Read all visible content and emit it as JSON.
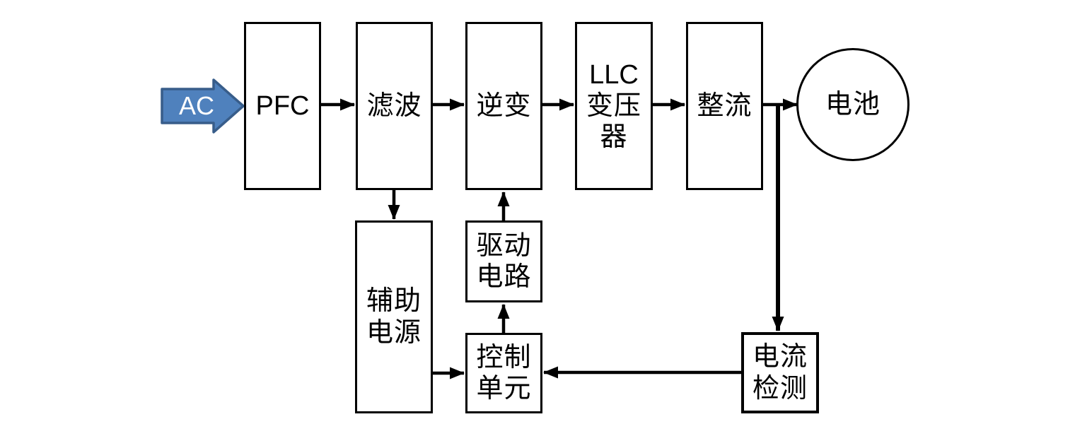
{
  "colors": {
    "background": "#ffffff",
    "line": "#000000",
    "ac_arrow_fill": "#4f81bd",
    "ac_arrow_border": "#385d8a",
    "ac_arrow_text": "#ffffff"
  },
  "diagram": {
    "input": {
      "label": "AC"
    },
    "nodes": {
      "pfc": {
        "label": "PFC"
      },
      "filter": {
        "label": "滤波"
      },
      "inverter": {
        "label": "逆变"
      },
      "llc_transformer": {
        "lines": [
          "LLC",
          "变压",
          "器"
        ]
      },
      "rectifier": {
        "label": "整流"
      },
      "battery": {
        "label": "电池"
      },
      "aux_power": {
        "lines": [
          "辅助",
          "电源"
        ]
      },
      "drive_circuit": {
        "lines": [
          "驱动",
          "电路"
        ]
      },
      "control_unit": {
        "lines": [
          "控制",
          "单元"
        ]
      },
      "current_sense": {
        "lines": [
          "电流",
          "检测"
        ]
      }
    },
    "edges": [
      {
        "from": "AC",
        "to": "PFC"
      },
      {
        "from": "PFC",
        "to": "滤波"
      },
      {
        "from": "滤波",
        "to": "逆变"
      },
      {
        "from": "逆变",
        "to": "LLC变压器"
      },
      {
        "from": "LLC变压器",
        "to": "整流"
      },
      {
        "from": "整流",
        "to": "电池"
      },
      {
        "from": "整流",
        "to": "电流检测"
      },
      {
        "from": "滤波",
        "to": "辅助电源"
      },
      {
        "from": "辅助电源",
        "to": "控制单元"
      },
      {
        "from": "电流检测",
        "to": "控制单元"
      },
      {
        "from": "控制单元",
        "to": "驱动电路"
      },
      {
        "from": "驱动电路",
        "to": "逆变"
      }
    ]
  }
}
